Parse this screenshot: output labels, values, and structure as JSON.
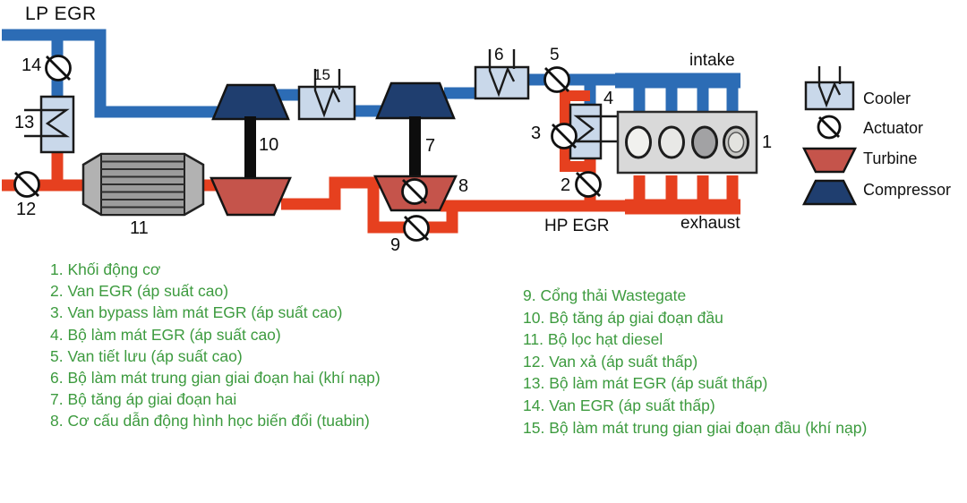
{
  "diagram": {
    "title_lp_egr": "LP EGR",
    "label_hp_egr": "HP EGR",
    "label_intake": "intake",
    "label_exhaust": "exhaust",
    "numbers": [
      "1",
      "2",
      "3",
      "4",
      "5",
      "6",
      "7",
      "8",
      "9",
      "10",
      "11",
      "12",
      "13",
      "14",
      "15"
    ]
  },
  "legend": {
    "items": [
      "Cooler",
      "Actuator",
      "Turbine",
      "Compressor"
    ]
  },
  "component_list": {
    "left": [
      "1. Khối động cơ",
      "2. Van EGR (áp suất cao)",
      "3. Van bypass làm mát EGR (áp suất cao)",
      "4. Bộ làm mát EGR (áp suất cao)",
      "5. Van tiết lưu (áp suất cao)",
      "6. Bộ làm mát trung gian giai đoạn hai (khí nạp)",
      "7. Bộ tăng áp giai đoạn hai",
      "8. Cơ cấu dẫn động hình học biến đổi (tuabin)"
    ],
    "right": [
      "9. Cổng thải Wastegate",
      "10. Bộ tăng áp giai đoạn đầu",
      "11. Bộ lọc hạt diesel",
      "12. Van xả (áp suất thấp)",
      "13. Bộ làm mát EGR (áp suất thấp)",
      "14. Van EGR (áp suất thấp)",
      "15. Bộ làm mát trung gian giai đoạn đầu (khí nạp)"
    ]
  },
  "colors": {
    "pipe_blue": "#2c6cb5",
    "pipe_red": "#e6401f",
    "compressor_navy": "#1f3e6f",
    "turbine_red": "#c5544b",
    "cooler_fill": "#c9d8ea",
    "engine_gray": "#d9d9d9",
    "dpf_gray": "#9c9c9c",
    "list_green": "#3d9b3f",
    "label_black": "#0d0d0d"
  }
}
